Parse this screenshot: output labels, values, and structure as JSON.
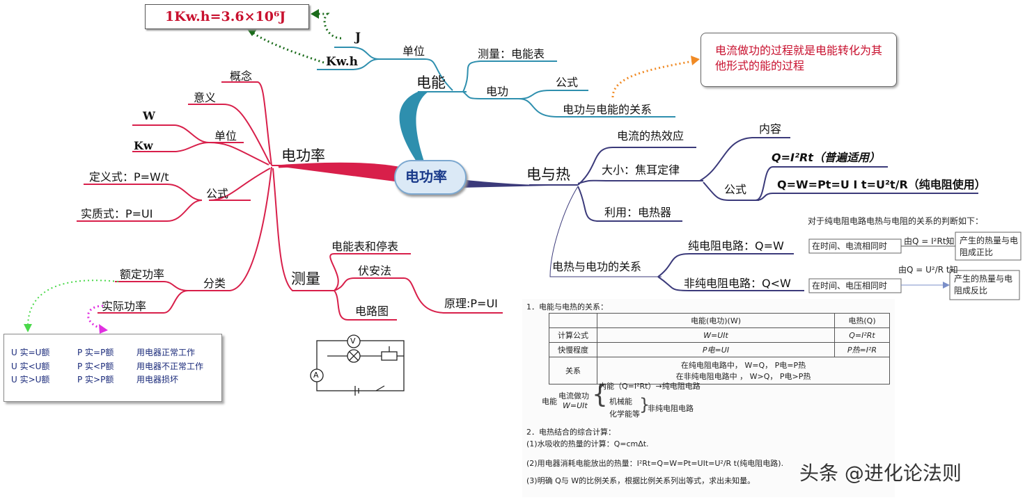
{
  "root": {
    "label": "电功率"
  },
  "energy": {
    "label": "电能",
    "unit_label": "单位",
    "unit_j": "J",
    "unit_kwh": "Kw.h",
    "conversion": "1Kw.h=3.6×10⁶J",
    "measure": "测量：电能表",
    "work_label": "电功",
    "formula": "公式",
    "relation": "电功与电能的关系",
    "note": "电流做功的过程就是电能转化为其他形式的能的过程"
  },
  "heat": {
    "label": "电与热",
    "effect": "电流的热效应",
    "size": "大小：焦耳定律",
    "content": "内容",
    "formula_label": "公式",
    "formula1": "Q=I²Rt（普遍适用）",
    "formula2": "Q=W=Pt=U I t=U²t/R（纯电阻使用）",
    "use": "利用：电热器",
    "relation": "电热与电功的关系",
    "pure": "纯电阻电路：Q=W",
    "nonpure": "非纯电阻电路：Q<W",
    "judge_title": "对于纯电阻电路电热与电阻的关系的判断如下：",
    "cond1": "在时间、电流相同时",
    "from1": "由Q = I²Rt知",
    "res1": "产生的热量与电阻成正比",
    "cond2": "在时间、电压相同时",
    "from2": "由Q = U²/R t知",
    "res2": "产生的热量与电阻成反比"
  },
  "power": {
    "label": "电功率",
    "concept": "概念",
    "meaning": "意义",
    "unit": "单位",
    "unit_w": "W",
    "unit_kw": "Kw",
    "formula": "公式",
    "def_formula": "定义式：P=W/t",
    "real_formula": "实质式：P=UI",
    "classify": "分类",
    "rated": "额定功率",
    "actual": "实际功率",
    "table": [
      [
        "U 实=U额",
        "P 实=P额",
        "用电器正常工作"
      ],
      [
        "U 实<U额",
        "P 实<P额",
        "用电器不正常工作"
      ],
      [
        "U 实>U额",
        "P 实>P额",
        "用电器损坏"
      ]
    ]
  },
  "measure": {
    "label": "测量",
    "stop_meter": "电能表和停表",
    "va_method": "伏安法",
    "principle": "原理:P=UI",
    "circuit": "电路图",
    "meter_v": "V",
    "meter_a": "A"
  },
  "doc": {
    "s1_title": "1．电能与电热的关系：",
    "th_energy": "电能(电功)(W)",
    "th_heat": "电热(Q)",
    "r1": [
      "计算公式",
      "W=UIt",
      "Q=I²Rt"
    ],
    "r2": [
      "快慢程度",
      "P电=UI",
      "P热=I²R"
    ],
    "r3_label": "关系",
    "r3_a": "在纯电阻电路中， W=Q， P电=P热",
    "r3_b": "在非纯电阻电路中 ， W>Q， P电>P热",
    "e_energy": "电能",
    "e_work": "电流做功",
    "e_formula": "W=UIt",
    "e_internal": "内能（Q=I²Rt）→纯电阻电路",
    "e_mech": "机械能",
    "e_chem": "化学能等",
    "e_nonpure": "非纯电阻电路",
    "s2_title": "2．电热结合的综合计算：",
    "s2_1": "(1)水吸收的热量的计算：Q=cmΔt.",
    "s2_2": "(2)用电器消耗电能放出的热量：I²Rt=Q=W=Pt=UIt=U²/R t(纯电阻电路).",
    "s2_3": "(3)明确 Q与 W的比例关系，根据比例关系列出等式，求出未知量。"
  },
  "watermark": "头条 @进化论法则",
  "colors": {
    "red_branch": "#d81f4a",
    "teal_branch": "#2e8fae",
    "navy_branch": "#3b3a7a",
    "text_red": "#c8102e"
  }
}
